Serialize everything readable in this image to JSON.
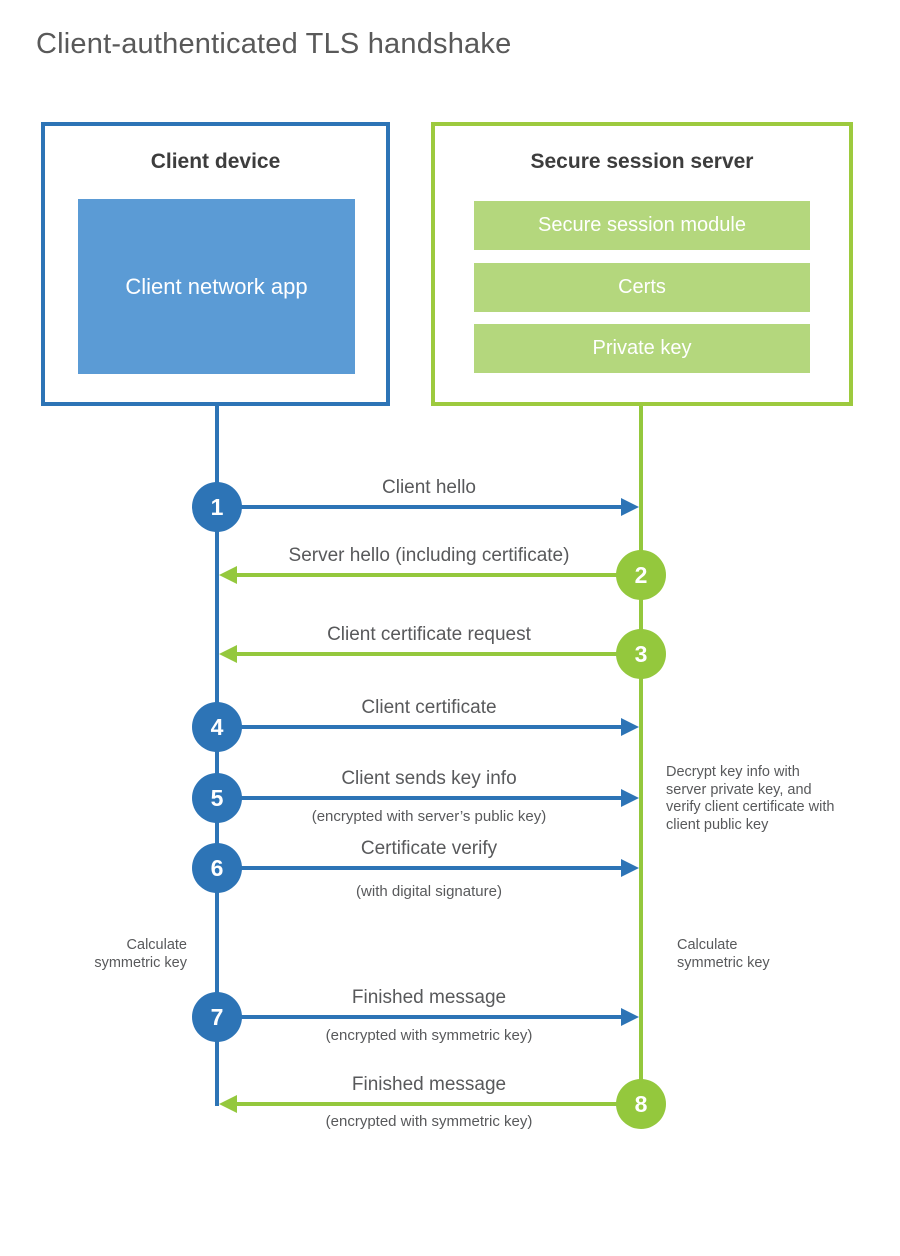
{
  "title": "Client-authenticated TLS handshake",
  "client_box": {
    "title": "Client device",
    "app_label": "Client network app"
  },
  "server_box": {
    "title": "Secure session server",
    "modules": [
      "Secure session module",
      "Certs",
      "Private key"
    ]
  },
  "messages": [
    {
      "num": "1",
      "label": "Client hello",
      "sub": "",
      "direction": "right",
      "color": "blue"
    },
    {
      "num": "2",
      "label": "Server hello (including certificate)",
      "sub": "",
      "direction": "left",
      "color": "green"
    },
    {
      "num": "3",
      "label": "Client certificate request",
      "sub": "",
      "direction": "left",
      "color": "green"
    },
    {
      "num": "4",
      "label": "Client certificate",
      "sub": "",
      "direction": "right",
      "color": "blue"
    },
    {
      "num": "5",
      "label": "Client sends key info",
      "sub": "(encrypted with server’s public key)",
      "direction": "right",
      "color": "blue"
    },
    {
      "num": "6",
      "label": "Certificate verify",
      "sub": "(with digital signature)",
      "direction": "right",
      "color": "blue"
    },
    {
      "num": "7",
      "label": "Finished message",
      "sub": "(encrypted with symmetric key)",
      "direction": "right",
      "color": "blue"
    },
    {
      "num": "8",
      "label": "Finished message",
      "sub": "(encrypted with symmetric key)",
      "direction": "left",
      "color": "green"
    }
  ],
  "notes": {
    "decrypt": "Decrypt key info with server private key, and verify client certificate with client public key",
    "calc_left": "Calculate\nsymmetric key",
    "calc_right": "Calculate\nsymmetric key"
  },
  "colors": {
    "blue": "#2d74b6",
    "light_blue": "#5b9bd5",
    "green": "#94c83d",
    "light_green": "#b4d77d"
  }
}
